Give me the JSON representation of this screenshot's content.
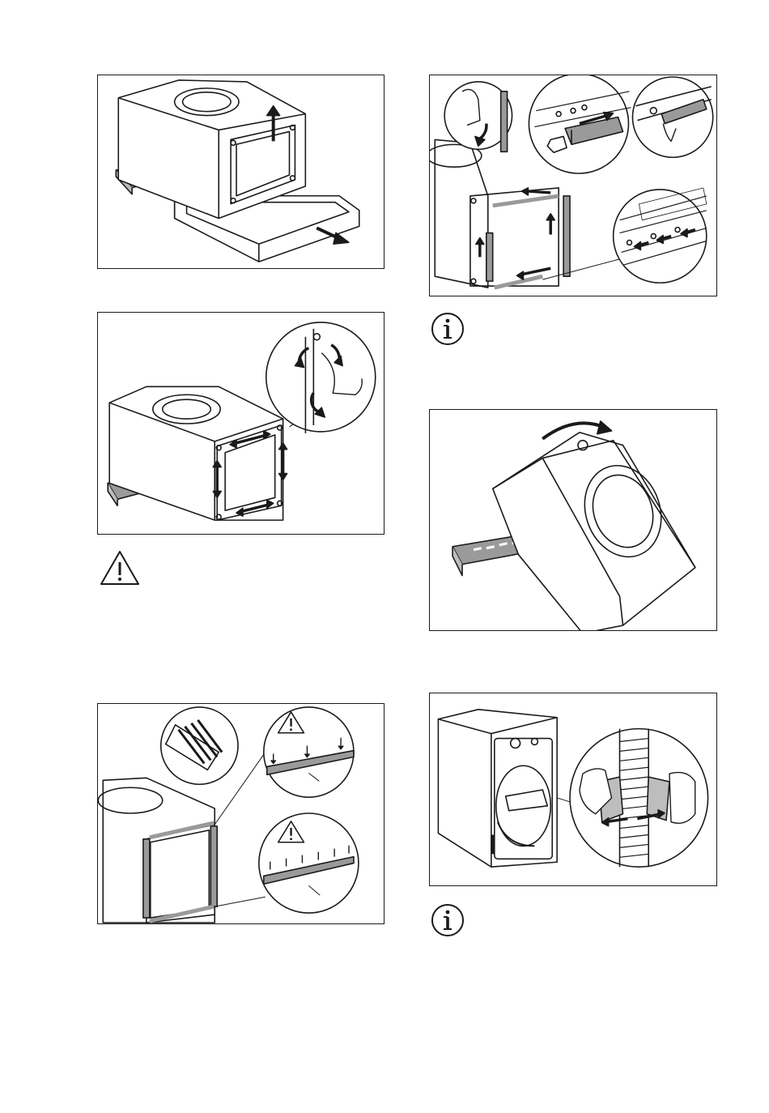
{
  "page": {
    "background": "#ffffff",
    "line_color": "#1a1a1a"
  },
  "figures": [
    {
      "name": "remove-base-figure",
      "icon": "washer-lifted-off-base-with-arrows"
    },
    {
      "name": "remove-rear-panel-figure",
      "icon": "washer-rear-frame-with-screw-arrows"
    },
    {
      "name": "seal-strips-figure",
      "icon": "seal-strips-with-warning"
    },
    {
      "name": "install-strips-figure",
      "icon": "strip-insertion-detail-circles"
    },
    {
      "name": "tilt-washer-figure",
      "icon": "washer-tilted-forward"
    },
    {
      "name": "hose-clip-figure",
      "icon": "hose-clip-detail"
    }
  ],
  "symbols": {
    "warning": "warning-triangle-icon",
    "info": "info-circle-icon"
  }
}
